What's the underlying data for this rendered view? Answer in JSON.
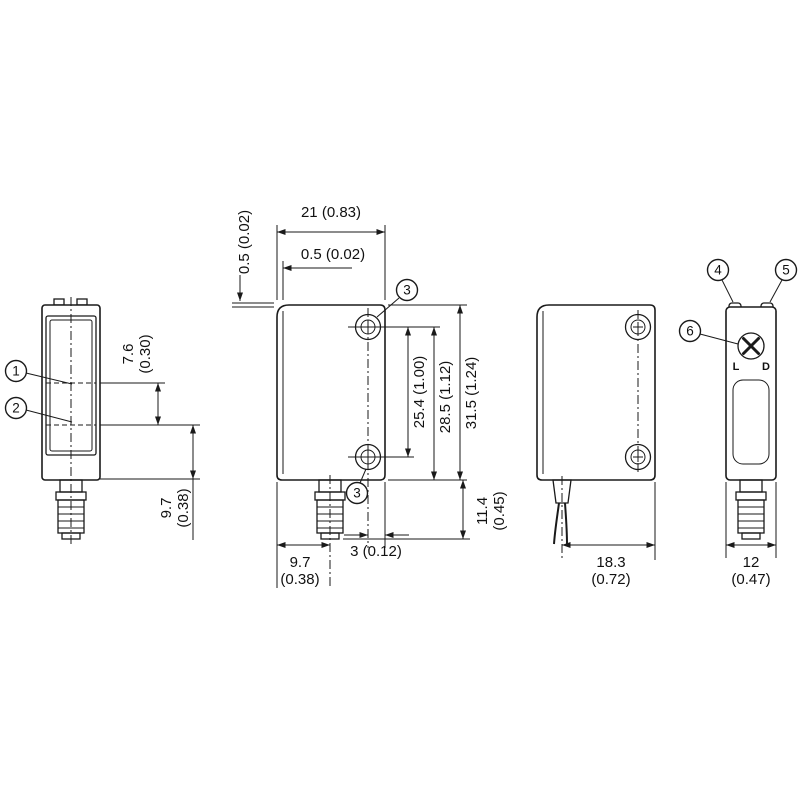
{
  "drawing": {
    "callouts": {
      "c1": "1",
      "c2": "2",
      "c3_top": "3",
      "c3_bottom": "3",
      "c4": "4",
      "c5": "5",
      "c6": "6"
    },
    "front_view": {
      "dim_axis_spacing_mm": "7.6",
      "dim_axis_spacing_in": "(0.30)",
      "dim_axis_to_bottom_mm": "9.7",
      "dim_axis_to_bottom_in": "(0.38)"
    },
    "side_view": {
      "dim_width": "21 (0.83)",
      "dim_step_top": "0.5 (0.02)",
      "dim_step_front": "0.5 (0.02)",
      "dim_hole_spacing": "25.4 (1.00)",
      "dim_hole_to_bottom": "28.5 (1.12)",
      "dim_height": "31.5 (1.24)",
      "dim_connector_mm": "11.4",
      "dim_connector_in": "(0.45)",
      "dim_connector_offset_mm": "9.7",
      "dim_connector_offset_in": "(0.38)",
      "dim_hole_to_edge": "3 (0.12)"
    },
    "cable_view": {
      "dim_depth_mm": "18.3",
      "dim_depth_in": "(0.72)"
    },
    "rear_view": {
      "dim_width_mm": "12",
      "dim_width_in": "(0.47)",
      "label_l": "L",
      "label_d": "D"
    }
  }
}
